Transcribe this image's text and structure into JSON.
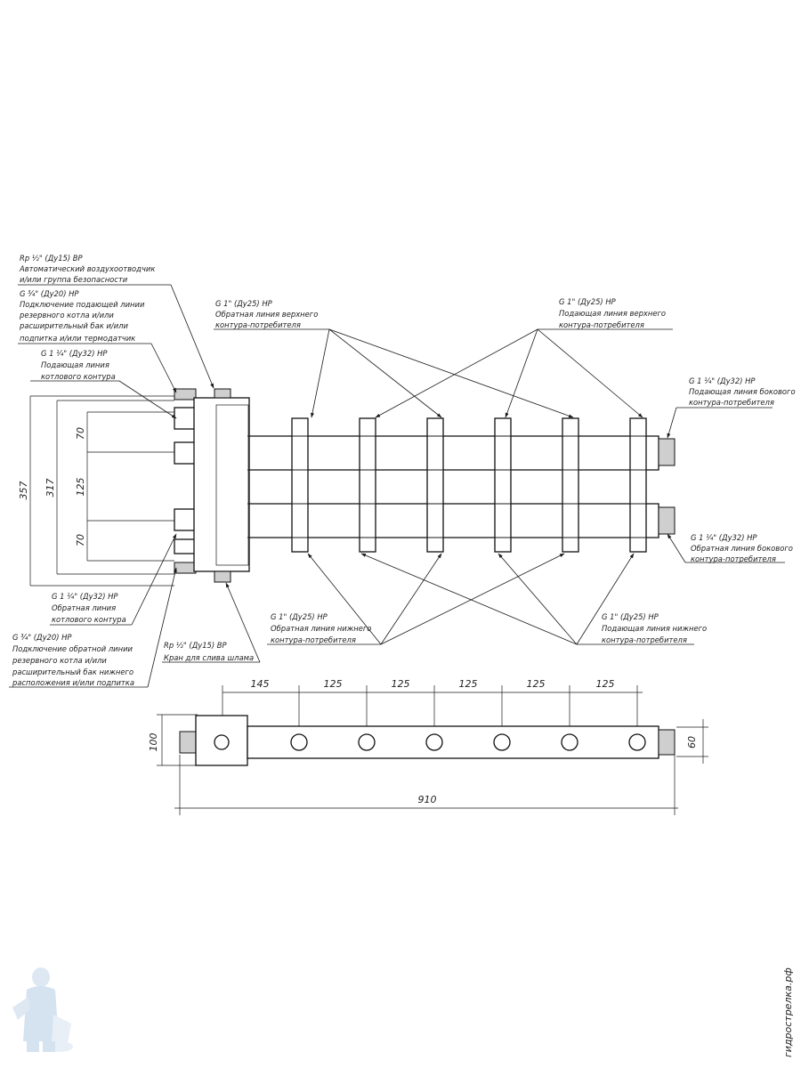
{
  "callouts": {
    "air_vent": {
      "spec": "Rp ½\" (Ду15) ВР",
      "lines": [
        "Автоматический воздухоотводчик",
        "и/или группа безопасности"
      ]
    },
    "reserve_supply": {
      "spec": "G ¾\" (Ду20) НР",
      "lines": [
        "Подключение подающей линии",
        "резервного котла и/или",
        "расширительный бак и/или",
        "подпитка и/или термодатчик"
      ]
    },
    "boiler_supply": {
      "spec": "G 1 ¼\" (Ду32) НР",
      "lines": [
        "Подающая линия",
        "котлового контура"
      ]
    },
    "upper_return": {
      "spec": "G 1\" (Ду25) НР",
      "lines": [
        "Обратная линия верхнего",
        "контура-потребителя"
      ]
    },
    "upper_supply": {
      "spec": "G 1\" (Ду25) НР",
      "lines": [
        "Подающая линия верхнего",
        "контура-потребителя"
      ]
    },
    "side_supply": {
      "spec": "G 1 ¼\" (Ду32) НР",
      "lines": [
        "Подающая линия бокового",
        "контура-потребителя"
      ]
    },
    "side_return": {
      "spec": "G 1 ¼\" (Ду32) НР",
      "lines": [
        "Обратная линия бокового",
        "контура-потребителя"
      ]
    },
    "boiler_return": {
      "spec": "G 1 ¼\" (Ду32) НР",
      "lines": [
        "Обратная линия",
        "котлового контура"
      ]
    },
    "reserve_return": {
      "spec": "G ¾\" (Ду20) НР",
      "lines": [
        "Подключение обратной линии",
        "резервного котла и/или",
        "расширительный бак нижнего",
        "расположения и/или подпитка"
      ]
    },
    "drain": {
      "spec": "Rp ½\" (Ду15) ВР",
      "lines": [
        "Кран для слива шлама"
      ]
    },
    "lower_return": {
      "spec": "G 1\" (Ду25) НР",
      "lines": [
        "Обратная линия нижнего",
        "контура-потребителя"
      ]
    },
    "lower_supply": {
      "spec": "G 1\" (Ду25) НР",
      "lines": [
        "Подающая линия нижнего",
        "контура-потребителя"
      ]
    }
  },
  "dimensions": {
    "front": {
      "overall_height": "357",
      "inner_height": "317",
      "gap_top": "70",
      "gap_middle": "125",
      "gap_bottom": "70"
    },
    "top_view": {
      "spacings": [
        "145",
        "125",
        "125",
        "125",
        "125",
        "125"
      ],
      "height": "100",
      "depth": "60",
      "overall_length": "910"
    }
  },
  "watermark": "гидрострелка.рф",
  "colors": {
    "line": "#1a1a1a",
    "thread_fill": "#cfcfcf",
    "watermark": "#c9d6e4"
  }
}
